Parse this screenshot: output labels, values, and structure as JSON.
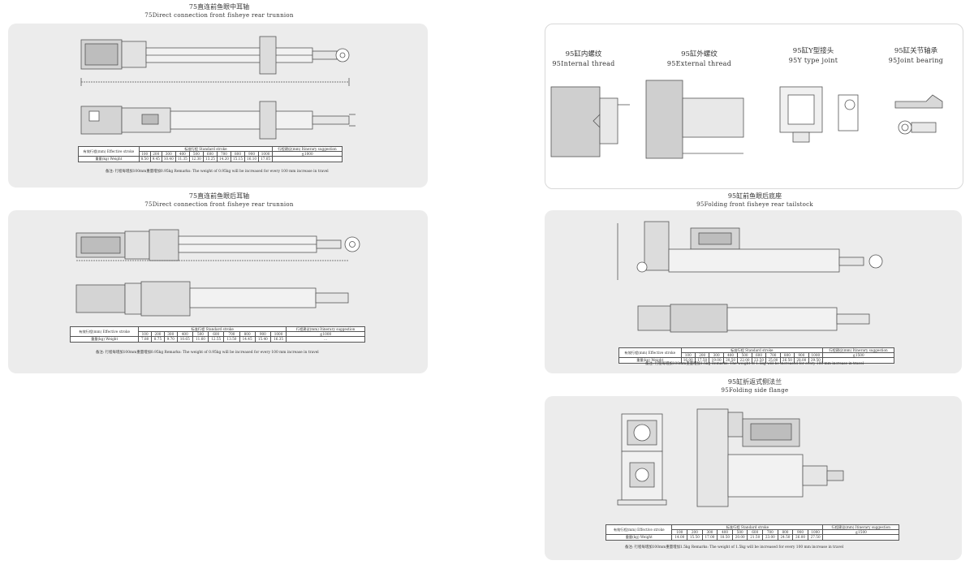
{
  "section1": {
    "title_cn": "75直连前鱼眼中耳轴",
    "title_en": "75Direct connection front fisheye rear trunnion",
    "table": {
      "effective_label": "有效行程(mm) Effective stroke",
      "standard_label": "标准行程  Standard stroke",
      "itinerary_label": "行程建议(mm) Itinerary suggestion",
      "strokes": [
        "100",
        "200",
        "300",
        "400",
        "500",
        "600",
        "700",
        "800",
        "900",
        "1000"
      ],
      "itinerary_value": "≦1000",
      "weight_label": "重量(kg) Weight",
      "weights": [
        "8.50",
        "9.45",
        "10.40",
        "11.35",
        "12.30",
        "13.25",
        "14.20",
        "15.15",
        "16.10",
        "17.05"
      ],
      "weight_extra": "",
      "note": "备注: 行程每增加100mm重量增加0.95kg  Remarks: The weight of 0.95kg will be increased for every 100 mm increase in travel"
    }
  },
  "section2": {
    "title_cn": "75直连前鱼眼后耳轴",
    "title_en": "75Direct connection front fisheye rear trunnion",
    "table": {
      "effective_label": "有效行程(mm) Effective stroke",
      "standard_label": "标准行程  Standard stroke",
      "itinerary_label": "行程建议(mm) Itinerary suggestion",
      "strokes": [
        "100",
        "200",
        "300",
        "400",
        "500",
        "600",
        "700",
        "800",
        "900",
        "1000"
      ],
      "itinerary_value": "≦1000",
      "weight_label": "重量(kg) Weight",
      "weights": [
        "7.80",
        "8.75",
        "9.70",
        "10.65",
        "11.60",
        "12.55",
        "13.50",
        "14.45",
        "15.40",
        "16.35"
      ],
      "weight_extra": "...",
      "note": "备注: 行程每增加100mm重量增加0.95kg  Remarks: The weight of 0.95kg will be increased for every 100 mm increase in travel"
    }
  },
  "parts": [
    {
      "cn": "95缸内螺纹",
      "en": "95Internal thread"
    },
    {
      "cn": "95缸外螺纹",
      "en": "95External thread"
    },
    {
      "cn": "95缸Y型接头",
      "en": "95Y type joint"
    },
    {
      "cn": "95缸关节轴承",
      "en": "95Joint bearing"
    }
  ],
  "section3": {
    "title_cn": "95缸前鱼眼后底座",
    "title_en": "95Folding front fisheye rear tailstock",
    "table": {
      "effective_label": "有效行程(mm) Effective stroke",
      "standard_label": "标准行程  Standard stroke",
      "itinerary_label": "行程建议(mm) Itinerary suggestion",
      "strokes": [
        "100",
        "200",
        "300",
        "400",
        "500",
        "600",
        "700",
        "800",
        "900",
        "1000"
      ],
      "itinerary_value": "≦1500",
      "weight_label": "重量(kg) Weight",
      "weights": [
        "16.00",
        "17.50",
        "19.00",
        "20.50",
        "22.00",
        "23.50",
        "25.00",
        "26.50",
        "28.00",
        "29.50"
      ],
      "weight_extra": "",
      "note": "备注: 行程每增加100mm重量增加1.5kg  Remarks: The weight of 1.5kg will be increased for every 100 mm increase in travel"
    }
  },
  "section4": {
    "title_cn": "95缸折返式侧法兰",
    "title_en": "95Folding side flange",
    "table": {
      "effective_label": "有效行程(mm) Effective stroke",
      "standard_label": "标准行程  Standard stroke",
      "itinerary_label": "行程建议(mm) Itinerary suggestion",
      "strokes": [
        "100",
        "200",
        "300",
        "400",
        "500",
        "600",
        "700",
        "800",
        "900",
        "1000"
      ],
      "itinerary_value": "≦1500",
      "weight_label": "重量(kg) Weight",
      "weights": [
        "14.00",
        "15.50",
        "17.00",
        "18.50",
        "20.00",
        "21.50",
        "23.00",
        "24.50",
        "26.00",
        "27.50"
      ],
      "weight_extra": "",
      "note": "备注: 行程每增加100mm重量增加1.5kg  Remarks: The weight of 1.5kg will be increased for every 100 mm increase in travel"
    }
  },
  "colors": {
    "panel": "#ececec",
    "line": "#555555",
    "motor": "#c8c8c8"
  }
}
